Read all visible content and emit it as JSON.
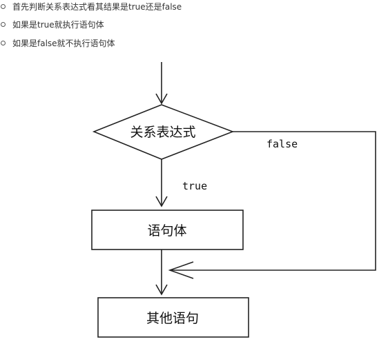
{
  "bullets": [
    {
      "text": "首先判断关系表达式看其结果是true还是false"
    },
    {
      "text": "如果是true就执行语句体"
    },
    {
      "text": "如果是false就不执行语句体"
    }
  ],
  "flowchart": {
    "decision_label": "关系表达式",
    "body_label": "语句体",
    "next_label": "其他语句",
    "true_label": "true",
    "false_label": "false"
  },
  "colors": {
    "line": "#222222",
    "text": "#111111"
  }
}
